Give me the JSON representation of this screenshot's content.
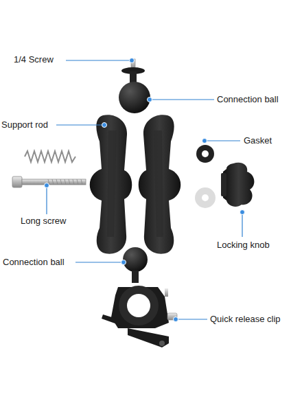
{
  "diagram": {
    "labels": [
      "1/4 Screw",
      "Connection ball",
      "Support rod",
      "Gasket",
      "Long screw",
      "Locking knob",
      "Connection ball",
      "Quick release clip"
    ]
  }
}
